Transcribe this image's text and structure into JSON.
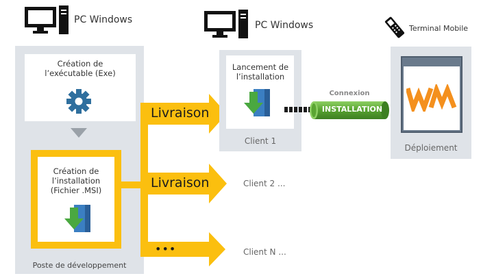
{
  "top": {
    "pc_label_1": "PC Windows",
    "pc_label_2": "PC Windows",
    "mobile_label": "Terminal Mobile"
  },
  "dev": {
    "step1_line1": "Création de",
    "step1_line2": "l’exécutable (Exe)",
    "step2_line1": "Création de",
    "step2_line2": "l’installation",
    "step2_line3": "(Fichier .MSI)",
    "footer": "Poste de développement"
  },
  "delivery": {
    "label_1": "Livraison",
    "label_2": "Livraison",
    "ellipsis": "•••"
  },
  "client1": {
    "title_line1": "Lancement de",
    "title_line2": "l’installation",
    "footer": "Client 1"
  },
  "clients": {
    "client2": "Client 2 ...",
    "clientN": "Client N ..."
  },
  "connection": {
    "label": "Connexion",
    "pipe_label": "INSTALLATION"
  },
  "deploy": {
    "footer": "Déploiement"
  },
  "colors": {
    "panel": "#dfe3e8",
    "delivery_arrow": "#fbbf0f",
    "pipe_green": "#5aa532",
    "gear_blue": "#2f6f9e",
    "install_green": "#4aa840",
    "install_blue": "#3b7fc2",
    "wm_orange": "#f4901e"
  },
  "icons": {
    "desktop": "desktop-computer-icon",
    "mobile": "handheld-scanner-icon",
    "gear": "gear-icon",
    "installer": "installer-download-icon",
    "app_logo": "wm-logo-icon"
  }
}
